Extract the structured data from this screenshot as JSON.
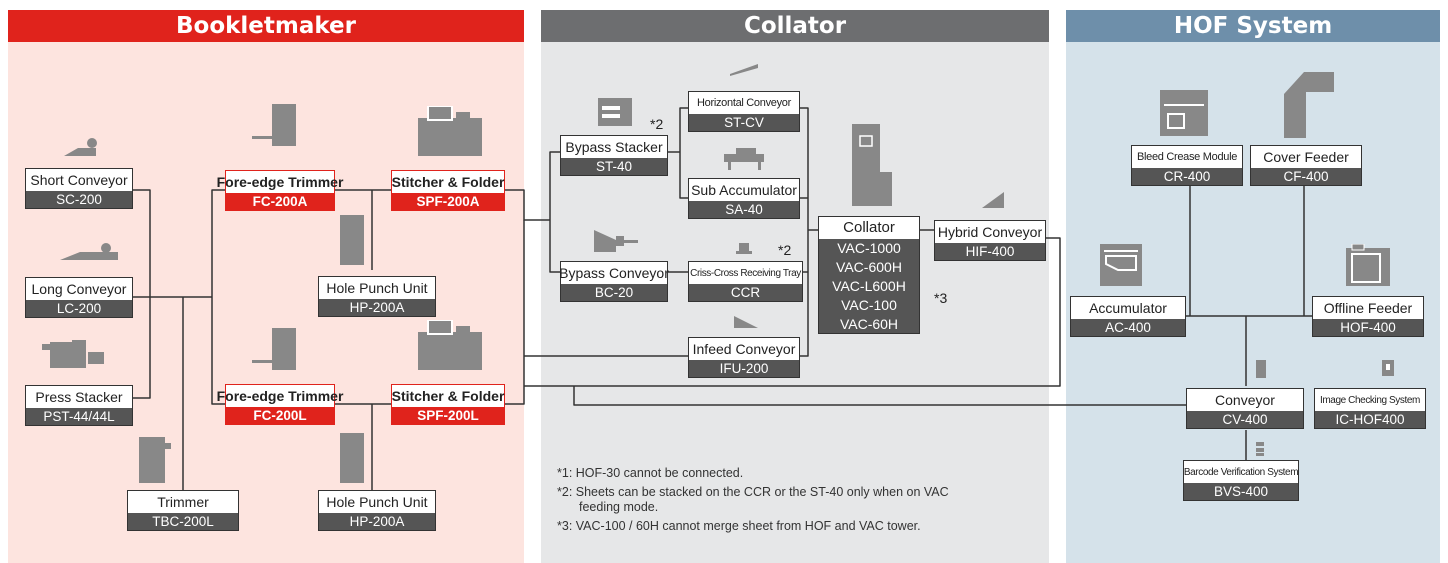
{
  "sections": {
    "bookletmaker": {
      "title": "Bookletmaker",
      "color": "#e0231c",
      "bg": "#fde4df"
    },
    "collator": {
      "title": "Collator",
      "color": "#6d6e70",
      "bg": "#e6e7e8"
    },
    "hof": {
      "title": "HOF System",
      "color": "#6e8faa",
      "bg": "#d5e2ea"
    }
  },
  "modules": {
    "sc": {
      "name": "Short Conveyor",
      "model": "SC-200"
    },
    "lc": {
      "name": "Long Conveyor",
      "model": "LC-200"
    },
    "pst": {
      "name": "Press Stacker",
      "model": "PST-44/44L"
    },
    "tbc": {
      "name": "Trimmer",
      "model": "TBC-200L"
    },
    "fca": {
      "name": "Fore-edge Trimmer",
      "model": "FC-200A"
    },
    "fcl": {
      "name": "Fore-edge Trimmer",
      "model": "FC-200L"
    },
    "spfa": {
      "name": "Stitcher & Folder",
      "model": "SPF-200A"
    },
    "spfl": {
      "name": "Stitcher & Folder",
      "model": "SPF-200L"
    },
    "hp1": {
      "name": "Hole Punch Unit",
      "model": "HP-200A"
    },
    "hp2": {
      "name": "Hole Punch Unit",
      "model": "HP-200A"
    },
    "st40": {
      "name": "Bypass Stacker",
      "model": "ST-40"
    },
    "bc20": {
      "name": "Bypass Conveyor",
      "model": "BC-20"
    },
    "stcv": {
      "name": "Horizontal Conveyor",
      "model": "ST-CV"
    },
    "sa40": {
      "name": "Sub Accumulator",
      "model": "SA-40"
    },
    "ccr": {
      "name": "Criss-Cross Receiving Tray",
      "model": "CCR"
    },
    "ifu": {
      "name": "Infeed Conveyor",
      "model": "IFU-200"
    },
    "hif": {
      "name": "Hybrid Conveyor",
      "model": "HIF-400"
    },
    "cr400": {
      "name": "Bleed Crease Module",
      "model": "CR-400"
    },
    "cf400": {
      "name": "Cover Feeder",
      "model": "CF-400"
    },
    "ac400": {
      "name": "Accumulator",
      "model": "AC-400"
    },
    "hof400": {
      "name": "Offline Feeder",
      "model": "HOF-400"
    },
    "cv400": {
      "name": "Conveyor",
      "model": "CV-400"
    },
    "ichof": {
      "name": "Image Checking System",
      "model": "IC-HOF400"
    },
    "bvs": {
      "name": "Barcode Verification System",
      "model": "BVS-400"
    }
  },
  "collator": {
    "name": "Collator",
    "models": [
      "VAC-1000",
      "VAC-600H",
      "VAC-L600H",
      "VAC-100",
      "VAC-60H"
    ]
  },
  "marks": {
    "st40": "*2",
    "ccr": "*2",
    "collator": "*3"
  },
  "notes": {
    "n1": "*1: HOF-30 cannot be connected.",
    "n2a": "*2: Sheets can be stacked on the CCR or the ST-40 only when on VAC",
    "n2b": "feeding mode.",
    "n3": "*3: VAC-100 / 60H cannot merge sheet from HOF and VAC tower."
  }
}
